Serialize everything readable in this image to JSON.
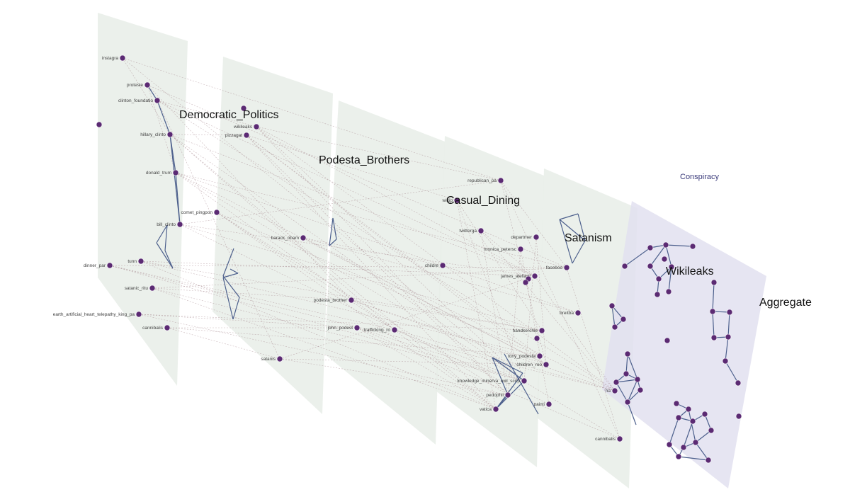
{
  "overlay_label": "Conspiracy",
  "layers": [
    {
      "id": "dem",
      "label": "Democratic_Politics",
      "fill": "#e8ede8"
    },
    {
      "id": "pod",
      "label": "Podesta_Brothers",
      "fill": "#e8ede8"
    },
    {
      "id": "cas",
      "label": "Casual_Dining",
      "fill": "#e8ede8"
    },
    {
      "id": "sat",
      "label": "Satanism",
      "fill": "#e8ede8"
    },
    {
      "id": "wik",
      "label": "Wikileaks",
      "fill": "#e8ede8"
    },
    {
      "id": "agg",
      "label": "Aggregate",
      "fill": "#e2e1f0"
    }
  ],
  "node_labels": [
    "instagra",
    "protesle",
    "clinton_foundatio",
    "hillary_clinto",
    "donald_trum",
    "bill_clinto",
    "wikileaks",
    "pizzagat",
    "comet_pingpon",
    "barack_obam",
    "dinner_par",
    "tunn",
    "satanic_ritu",
    "earth_artificial_heart_telepathy_king_pa",
    "cannibalis",
    "podesta_brother",
    "john_podest",
    "trafficking_ro",
    "satanis",
    "republican_pa",
    "wikip",
    "twitterga",
    "departmer",
    "monica_petersc",
    "childre",
    "james_alefanti",
    "faceboo",
    "breitba",
    "handkerchie",
    "tony_podesta",
    "children_roo",
    "knowledge_minerva_owl_scrip",
    "pedophil",
    "vatica",
    "painti",
    "cannibalis",
    "ha"
  ],
  "colors": {
    "node": "#5b2a73",
    "intra_edge": "#4c5f8c",
    "inter_edge": "#a07f86",
    "overlay_text": "#3a3a7a"
  }
}
